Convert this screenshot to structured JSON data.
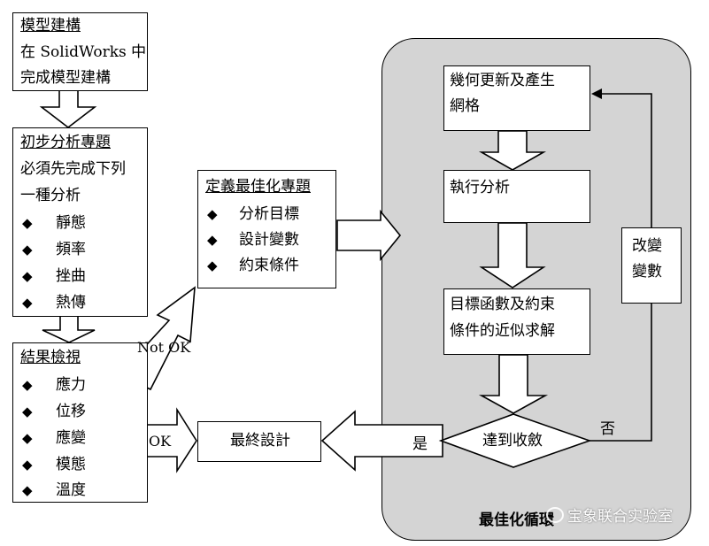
{
  "model_box": {
    "title": "模型建構",
    "lines": [
      "在 SolidWorks 中",
      "完成模型建構"
    ]
  },
  "analysis_box": {
    "title": "初步分析專題",
    "lines": [
      "必須先完成下列",
      "一種分析"
    ],
    "items": [
      "靜態",
      "頻率",
      "挫曲",
      "熱傳"
    ]
  },
  "result_box": {
    "title": "結果檢視",
    "items": [
      "應力",
      "位移",
      "應變",
      "模態",
      "溫度"
    ]
  },
  "optimize_box": {
    "title": "定義最佳化專題",
    "items": [
      "分析目標",
      "設計變數",
      "約束條件"
    ]
  },
  "loop": {
    "title": "最佳化循環",
    "mesh": [
      "幾何更新及產生",
      "網格"
    ],
    "run": "執行分析",
    "approx": [
      "目標函數及約束",
      "條件的近似求解"
    ],
    "converge": "達到收斂",
    "change": [
      "改變",
      "變數"
    ],
    "yes": "是",
    "no": "否"
  },
  "final_box": {
    "label": "最終設計"
  },
  "arrows": {
    "not_ok": "Not OK",
    "ok": "OK"
  },
  "bullet_glyph": "◆",
  "watermark": "宝象联合实验室"
}
